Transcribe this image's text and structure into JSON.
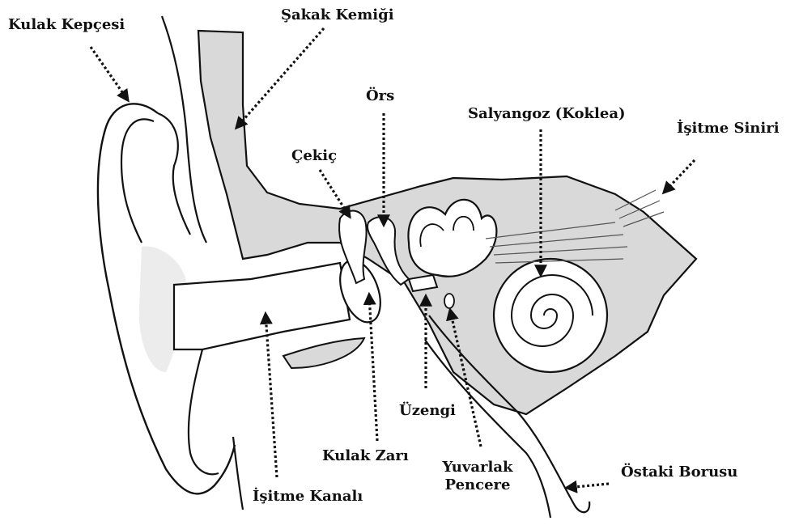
{
  "labels": {
    "kulak_kepcesi": "Kulak Kepçesi",
    "sakak_kemigi": "Şakak Kemiği",
    "ors": "Örs",
    "salyangoz": "Salyangoz (Koklea)",
    "isitme_siniri": "İşitme Siniri",
    "cekic": "Çekiç",
    "uzengi": "Üzengi",
    "kulak_zari": "Kulak Zarı",
    "yuvarlak_pencere_1": "Yuvarlak",
    "yuvarlak_pencere_2": "Pencere",
    "ostaki_borusu": "Östaki Borusu",
    "isitme_kanali": "İşitme Kanalı"
  },
  "colors": {
    "bone_fill": "#d9d9d9",
    "outline": "#111111",
    "background": "#ffffff",
    "shadow": "#ececec"
  }
}
